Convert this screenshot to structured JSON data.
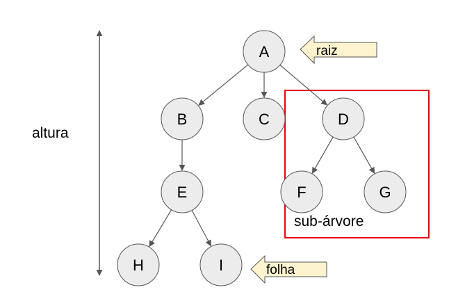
{
  "diagram": {
    "nodes": [
      {
        "id": "A",
        "label": "A"
      },
      {
        "id": "B",
        "label": "B"
      },
      {
        "id": "C",
        "label": "C"
      },
      {
        "id": "D",
        "label": "D"
      },
      {
        "id": "E",
        "label": "E"
      },
      {
        "id": "F",
        "label": "F"
      },
      {
        "id": "G",
        "label": "G"
      },
      {
        "id": "H",
        "label": "H"
      },
      {
        "id": "I",
        "label": "I"
      }
    ],
    "edges": [
      {
        "from": "A",
        "to": "B"
      },
      {
        "from": "A",
        "to": "C"
      },
      {
        "from": "A",
        "to": "D"
      },
      {
        "from": "B",
        "to": "E"
      },
      {
        "from": "D",
        "to": "F"
      },
      {
        "from": "D",
        "to": "G"
      },
      {
        "from": "E",
        "to": "H"
      },
      {
        "from": "E",
        "to": "I"
      }
    ],
    "labels": {
      "height": "altura",
      "root": "raiz",
      "leaf": "folha",
      "subtree": "sub-árvore"
    },
    "colors": {
      "node_fill": "#ececec",
      "node_stroke": "#555555",
      "callout_fill": "#fef3cf",
      "subtree_box": "#e8000b"
    }
  }
}
